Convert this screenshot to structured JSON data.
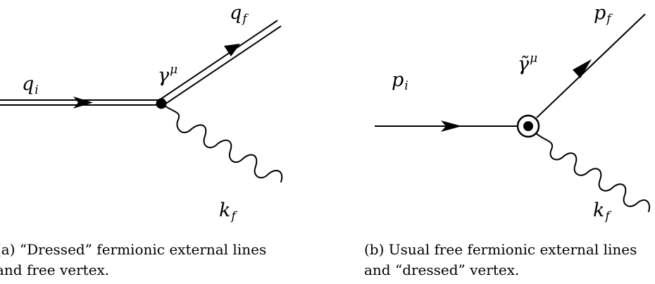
{
  "diagram_a": {
    "incoming": {
      "symbol": "q",
      "subscript": "i"
    },
    "vertex": {
      "symbol": "γ",
      "superscript": "μ"
    },
    "outgoing": {
      "symbol": "q",
      "subscript": "f"
    },
    "photon": {
      "symbol": "k",
      "subscript": "f"
    },
    "caption_line1": "(a) “Dressed” fermionic external lines",
    "caption_line2": "and free vertex."
  },
  "diagram_b": {
    "incoming": {
      "symbol": "p",
      "subscript": "i"
    },
    "vertex": {
      "symbol": "γ̃",
      "superscript": "μ"
    },
    "outgoing": {
      "symbol": "p",
      "subscript": "f"
    },
    "photon": {
      "symbol": "k",
      "subscript": "f"
    },
    "caption_line1": "(b) Usual free fermionic external lines",
    "caption_line2": "and “dressed” vertex."
  }
}
